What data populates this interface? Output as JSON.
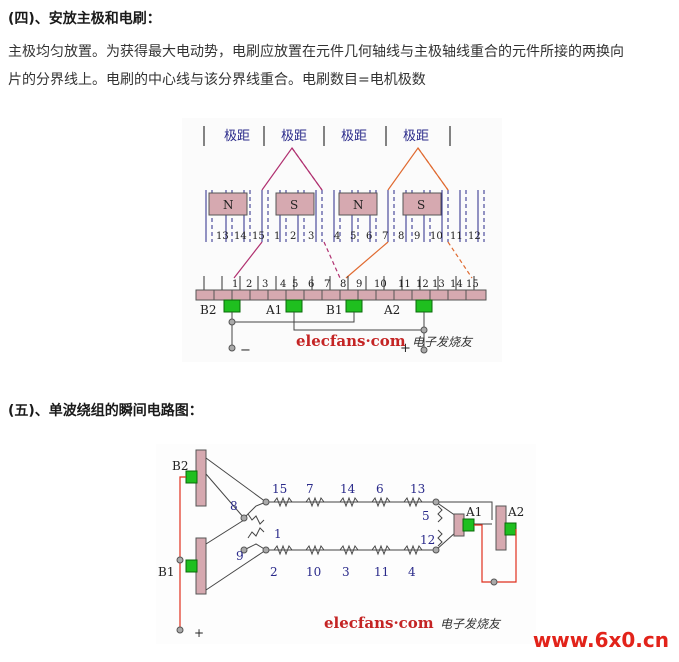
{
  "section4": {
    "heading": "(四)、安放主极和电刷：",
    "line1": "主极均匀放置。为获得最大电动势，电刷应放置在元件几何轴线与主极轴线重合的元件所接的两换向",
    "line2": "片的分界线上。电刷的中心线与该分界线重合。电刷数目=电机极数"
  },
  "fig1": {
    "pole_pitch": [
      "极距",
      "极距",
      "极距",
      "极距"
    ],
    "poles": [
      "N",
      "S",
      "N",
      "S"
    ],
    "slot_numbers": [
      "13",
      "14",
      "15",
      "1",
      "2",
      "3",
      "4",
      "5",
      "6",
      "7",
      "8",
      "9",
      "10",
      "11",
      "12"
    ],
    "commutator_numbers": [
      "1",
      "2",
      "3",
      "4",
      "5",
      "6",
      "7",
      "8",
      "9",
      "10",
      "11",
      "12",
      "13",
      "14",
      "15"
    ],
    "brushes": [
      "B2",
      "A1",
      "B1",
      "A2"
    ],
    "minus": "−",
    "plus": "+",
    "watermark": "elecfans·com",
    "watermark_cn": "电子发烧友"
  },
  "section5": {
    "heading": "(五)、单波绕组的瞬间电路图："
  },
  "fig2": {
    "brushes": [
      "B2",
      "B1",
      "A1",
      "A2"
    ],
    "top_row": [
      "15",
      "7",
      "14",
      "6",
      "13"
    ],
    "bottom_row": [
      "2",
      "10",
      "3",
      "11",
      "4"
    ],
    "left_nodes": [
      "8",
      "9"
    ],
    "mid_label": "1",
    "right_nodes": [
      "5",
      "12"
    ],
    "plus": "+",
    "watermark": "elecfans·com",
    "watermark_cn": "电子发烧友"
  },
  "site_logo": "www.6x0.cn",
  "colors": {
    "pink": "#c9a0a8",
    "green": "#1fbf1f",
    "red": "#e0301e",
    "wire": "#555555",
    "logo": "#e2231a"
  }
}
